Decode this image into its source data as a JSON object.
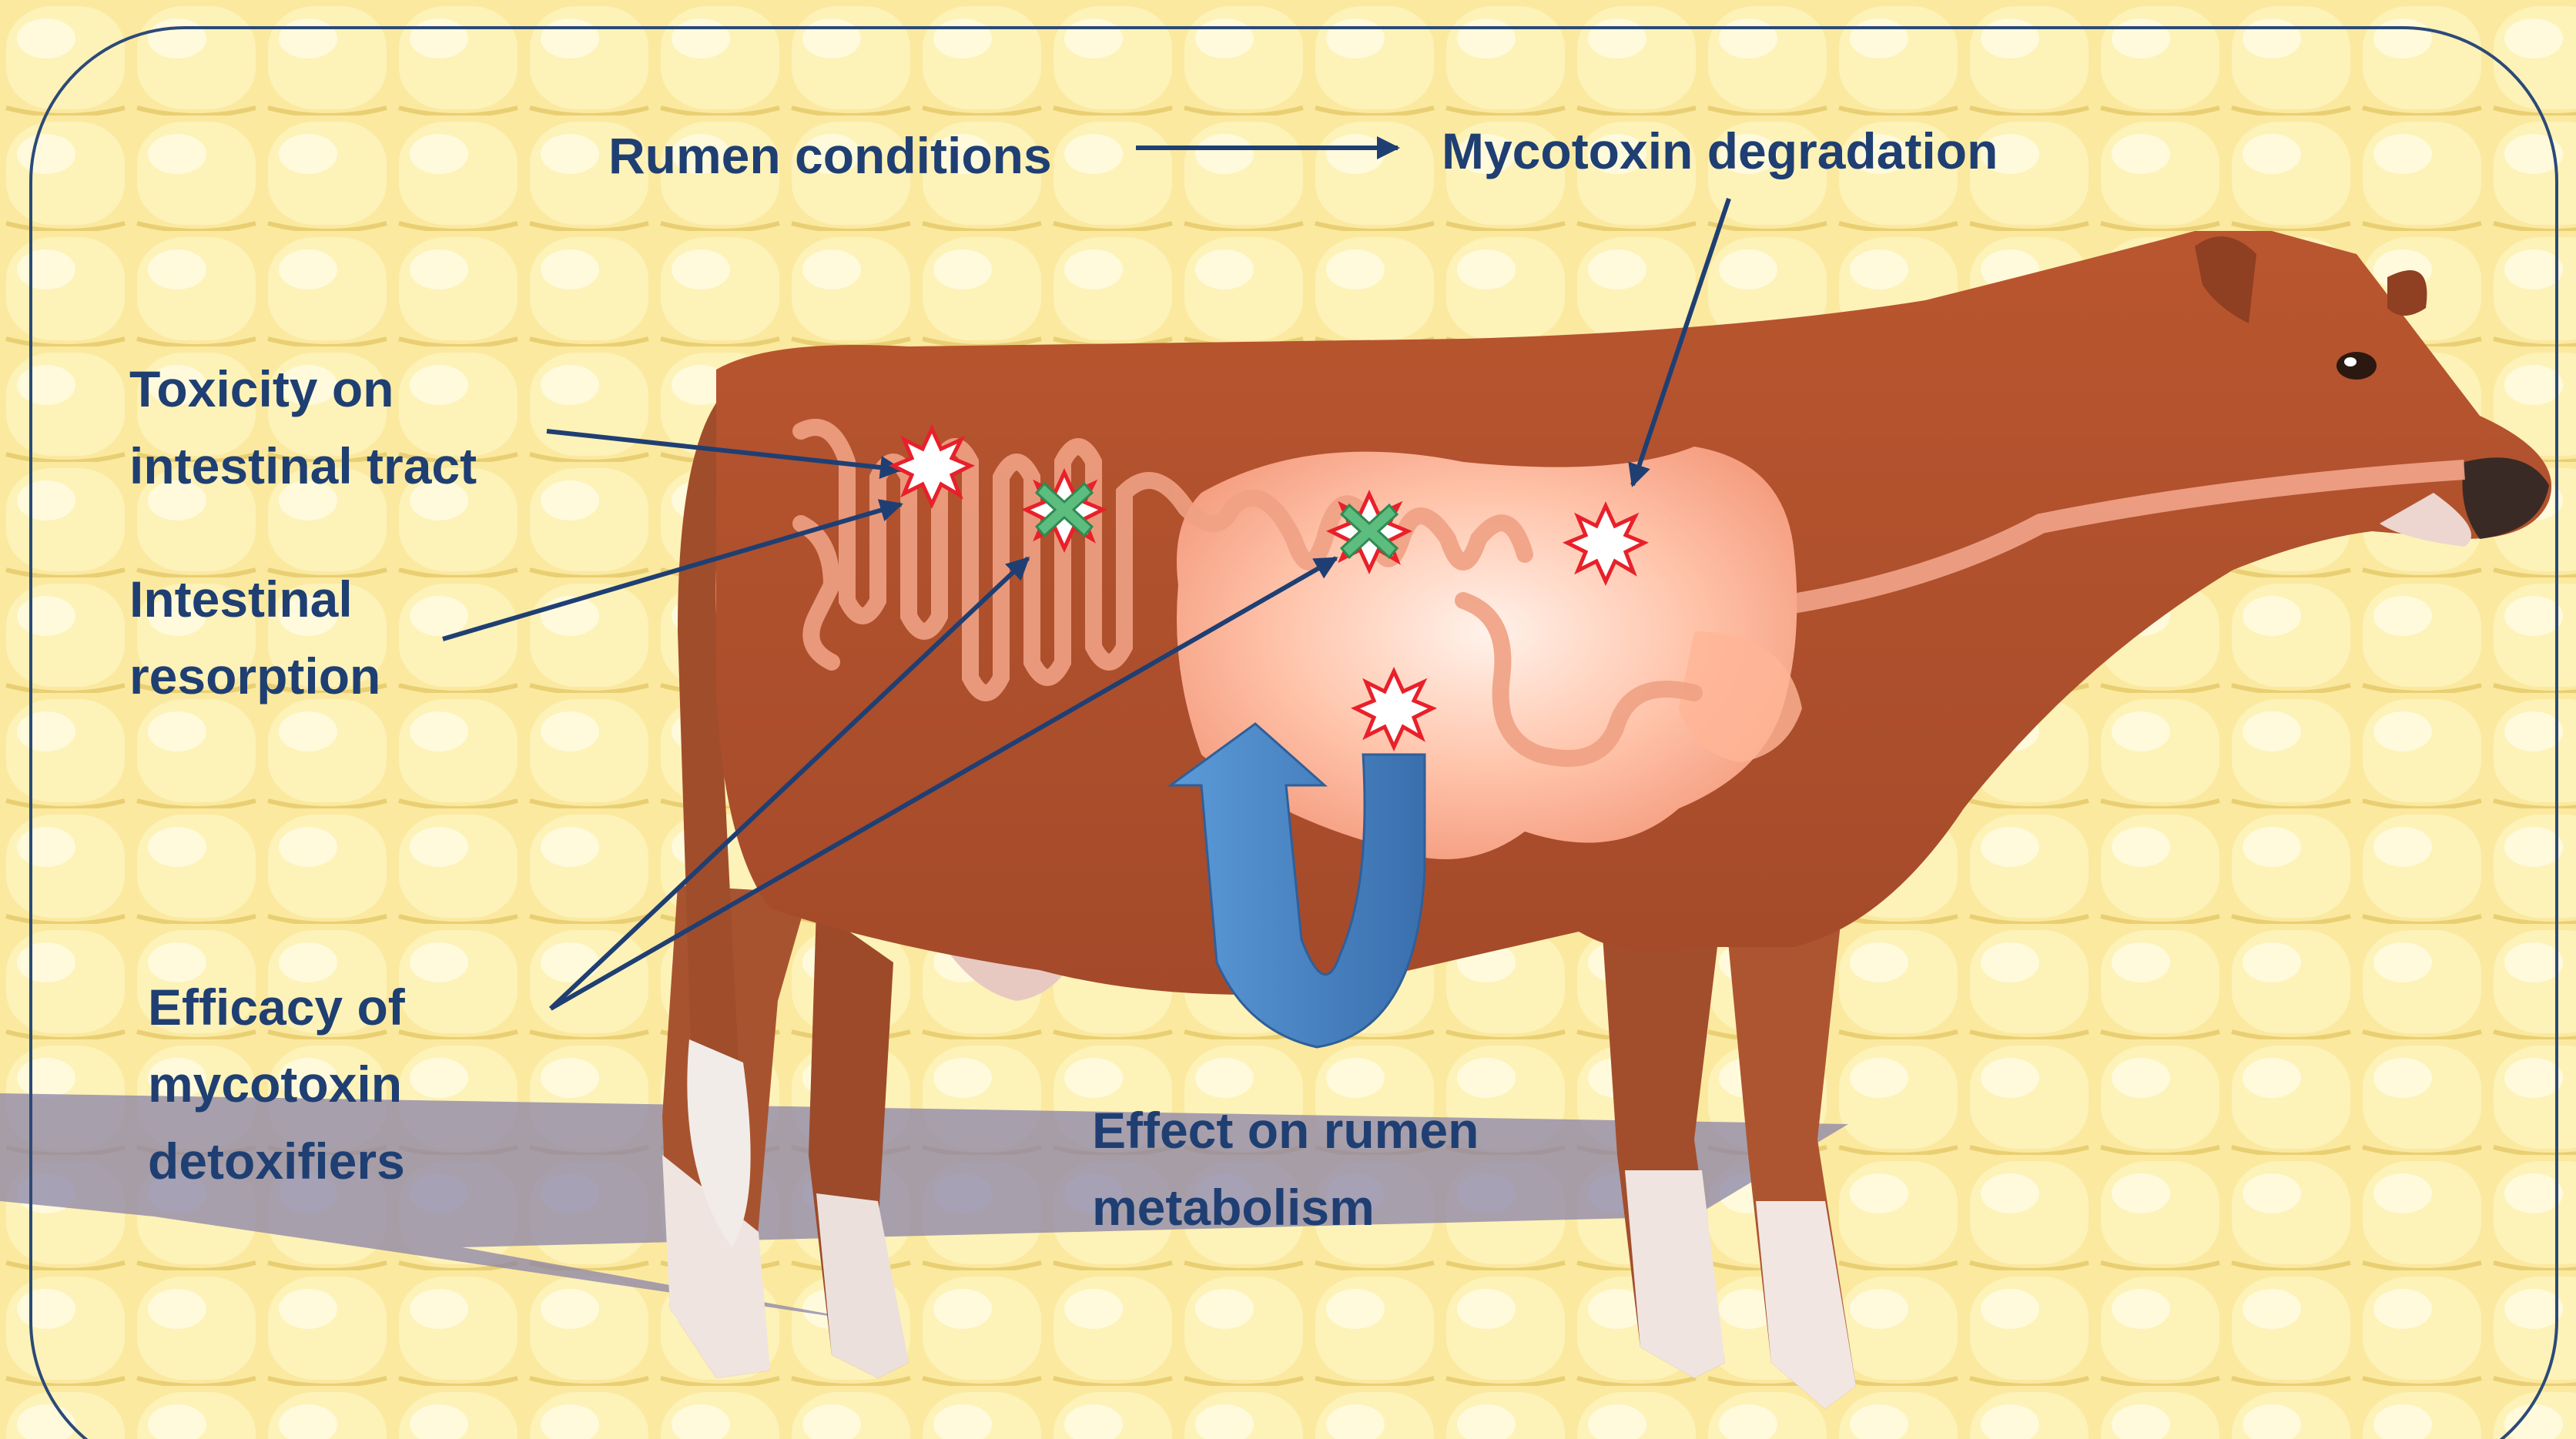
{
  "labels": {
    "rumen_conditions": "Rumen conditions",
    "mycotoxin_degradation": "Mycotoxin degradation",
    "toxicity_on_intestinal_tract": [
      "Toxicity on",
      "intestinal tract"
    ],
    "intestinal_resorption": [
      "Intestinal",
      "resorption"
    ],
    "efficacy_of_detoxifiers": [
      "Efficacy of",
      "mycotoxin",
      "detoxifiers"
    ],
    "effect_on_rumen_metabolism": [
      "Effect on rumen",
      "metabolism"
    ]
  },
  "colors": {
    "text": "#1f3f73",
    "arrow": "#1f3f73",
    "frame": "#2b4a78",
    "corn_background": "#fbe9a0",
    "cow_body": "#b85a36",
    "rumen": "#ffc8b0",
    "intestine": "#f0a184",
    "toxin_burst": "#e8202a",
    "detoxifier_marker": "#5cbd7e",
    "curved_arrow": "#4a86c5"
  },
  "icons": [
    "toxin-burst-icon",
    "detoxifier-cross-icon",
    "curved-arrow-icon"
  ]
}
